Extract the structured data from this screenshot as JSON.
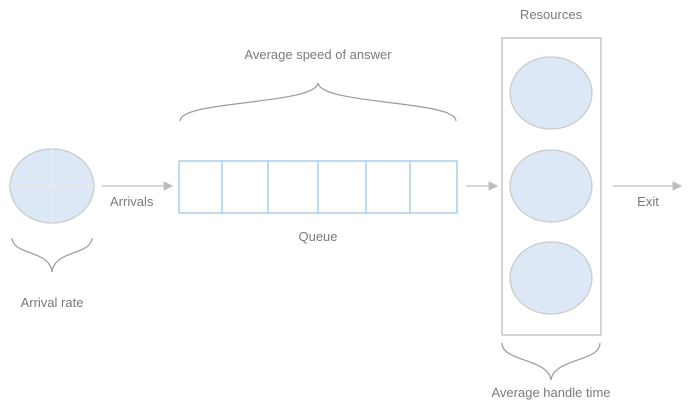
{
  "labels": {
    "average_speed_of_answer": "Average speed of answer",
    "resources": "Resources",
    "arrivals": "Arrivals",
    "queue": "Queue",
    "exit": "Exit",
    "arrival_rate": "Arrival rate",
    "average_handle_time": "Average handle time"
  },
  "colors": {
    "node_fill": "#dce8f5",
    "node_stroke": "#c9c9c9",
    "queue_stroke": "#9fc5e8",
    "line": "#bdbdbd",
    "text": "#7a7a7a"
  },
  "queue_slot_count": 6,
  "resource_count": 3
}
